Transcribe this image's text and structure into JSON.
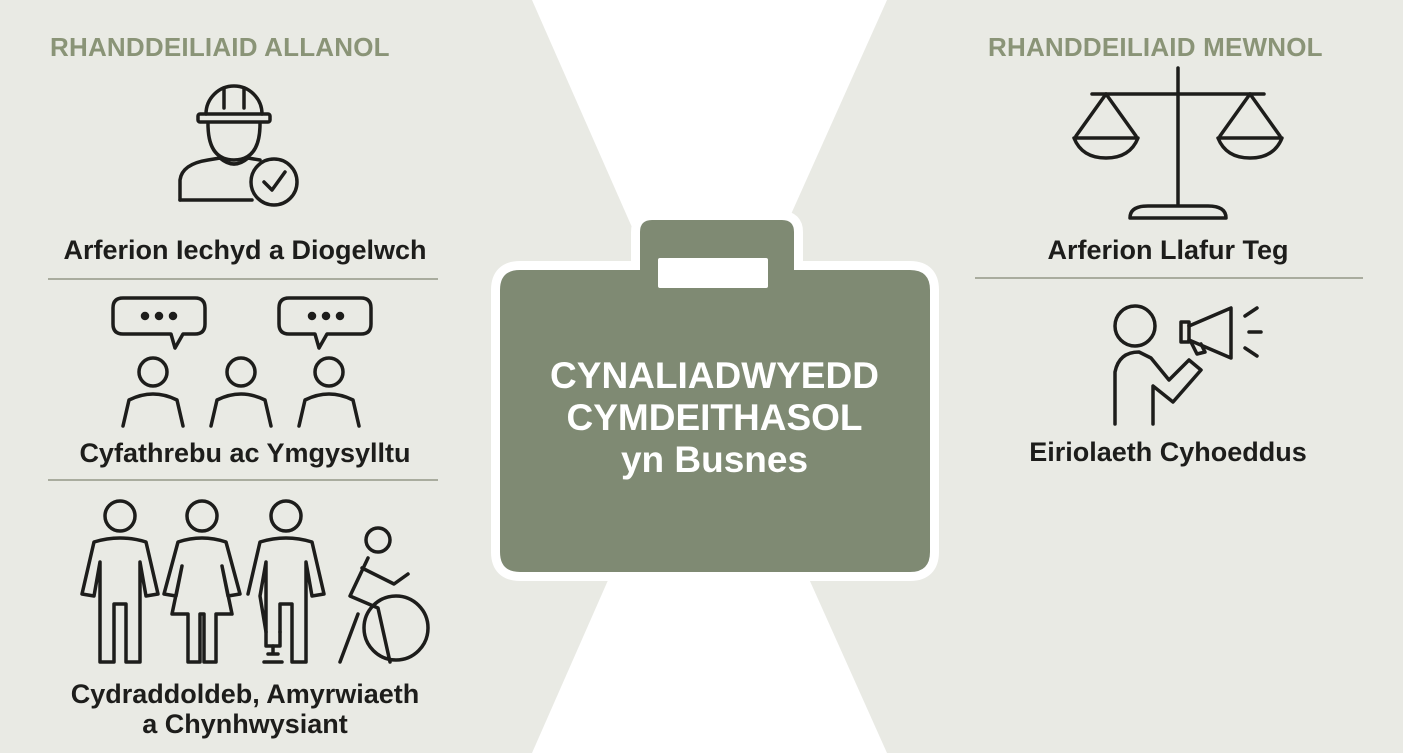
{
  "external": {
    "heading": "RHANDDEILIAID ALLANOL",
    "items": [
      {
        "label": "Arferion Iechyd a Diogelwch",
        "icon": "construction-worker-check-icon"
      },
      {
        "label": "Cyfathrebu ac Ymgysylltu",
        "icon": "people-talking-icon"
      },
      {
        "label_line1": "Cydraddoldeb, Amyrwiaeth",
        "label_line2": "a Chynhwysiant",
        "icon": "diverse-people-icon"
      }
    ]
  },
  "internal": {
    "heading": "RHANDDEILIAID MEWNOL",
    "items": [
      {
        "label": "Arferion Llafur Teg",
        "icon": "scales-icon"
      },
      {
        "label": "Eiriolaeth Cyhoeddus",
        "icon": "person-megaphone-icon"
      }
    ]
  },
  "center": {
    "line1": "CYNALIADWYEDD",
    "line2": "CYMDEITHASOL",
    "line3": "yn Busnes",
    "icon": "briefcase-icon"
  },
  "colors": {
    "panel": "#e9eae4",
    "heading": "#8a9477",
    "briefcase": "#7f8a73",
    "divider": "#a9ac9e",
    "text": "#1d1d1b"
  }
}
